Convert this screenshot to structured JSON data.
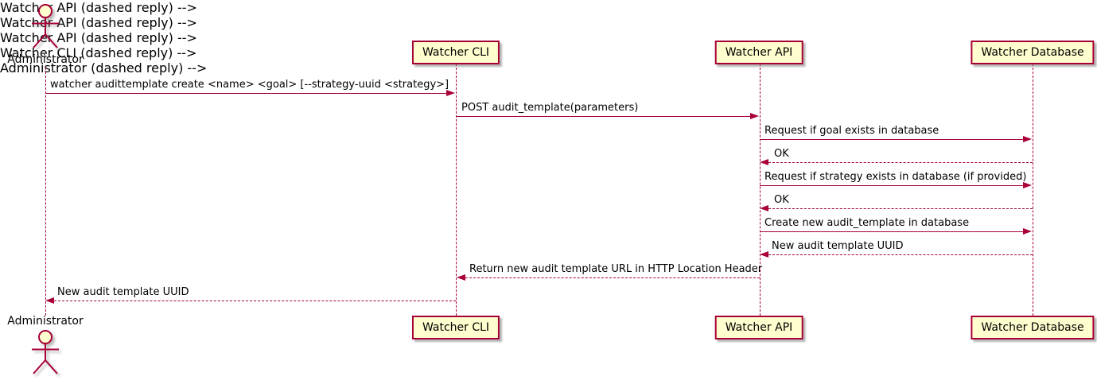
{
  "diagram": {
    "type": "uml-sequence-diagram",
    "colors": {
      "accent": "#A80036",
      "participant_fill": "#FEFECE",
      "text": "#000000",
      "background": "#FFFFFF"
    }
  },
  "actor": {
    "name": "Administrator"
  },
  "participants": [
    {
      "name": "Watcher CLI"
    },
    {
      "name": "Watcher API"
    },
    {
      "name": "Watcher Database"
    }
  ],
  "messages": [
    {
      "from": "Administrator",
      "to": "Watcher CLI",
      "line": "solid",
      "label": "watcher audittemplate create <name> <goal> [--strategy-uuid <strategy>]"
    },
    {
      "from": "Watcher CLI",
      "to": "Watcher API",
      "line": "solid",
      "label": "POST audit_template(parameters)"
    },
    {
      "from": "Watcher API",
      "to": "Watcher Database",
      "line": "solid",
      "label": "Request if goal exists in database"
    },
    {
      "from": "Watcher Database",
      "to": "Watcher API",
      "line": "dashed",
      "label": "OK"
    },
    {
      "from": "Watcher API",
      "to": "Watcher Database",
      "line": "solid",
      "label": "Request if strategy exists in database (if provided)"
    },
    {
      "from": "Watcher Database",
      "to": "Watcher API",
      "line": "dashed",
      "label": "OK"
    },
    {
      "from": "Watcher API",
      "to": "Watcher Database",
      "line": "solid",
      "label": "Create new audit_template in database"
    },
    {
      "from": "Watcher Database",
      "to": "Watcher API",
      "line": "dashed",
      "label": "New audit template UUID"
    },
    {
      "from": "Watcher API",
      "to": "Watcher CLI",
      "line": "dashed",
      "label": "Return new audit template URL in HTTP Location Header"
    },
    {
      "from": "Watcher CLI",
      "to": "Administrator",
      "line": "dashed",
      "label": "New audit template UUID"
    }
  ]
}
